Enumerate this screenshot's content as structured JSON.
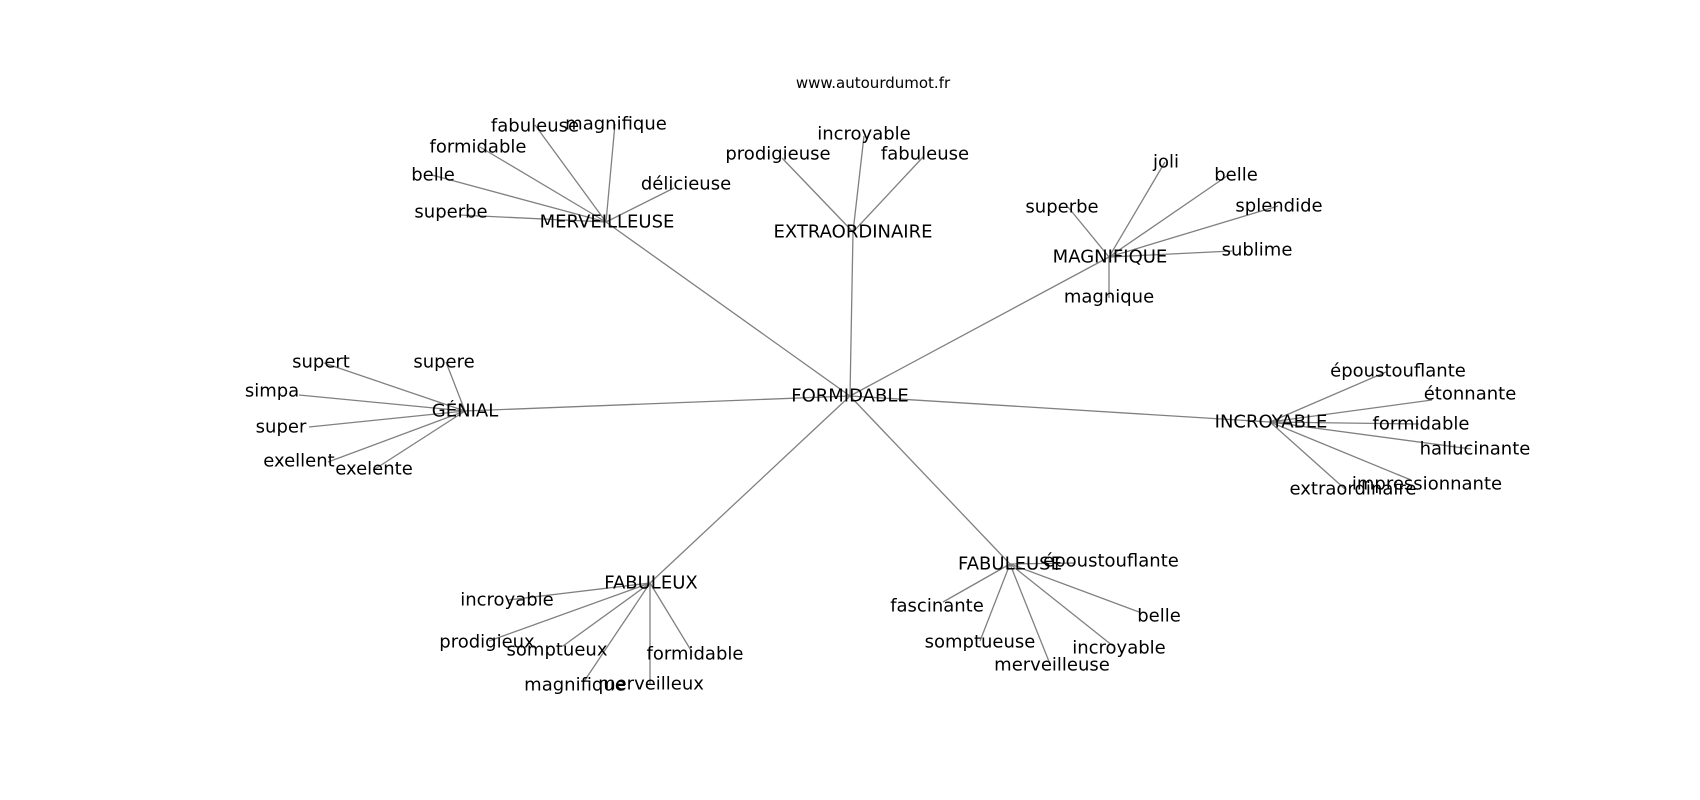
{
  "source_label": "www.autourdumot.fr",
  "root": "FORMIDABLE",
  "branches": [
    {
      "word": "MERVEILLEUSE",
      "children": [
        "fabuleuse",
        "magnifique",
        "formidable",
        "belle",
        "délicieuse",
        "superbe"
      ]
    },
    {
      "word": "EXTRAORDINAIRE",
      "children": [
        "incroyable",
        "prodigieuse",
        "fabuleuse"
      ]
    },
    {
      "word": "MAGNIFIQUE",
      "children": [
        "joli",
        "belle",
        "superbe",
        "splendide",
        "sublime",
        "magnique"
      ]
    },
    {
      "word": "GÉNIAL",
      "children": [
        "supert",
        "supere",
        "simpa",
        "super",
        "exellent",
        "exelente"
      ]
    },
    {
      "word": "INCROYABLE",
      "children": [
        "époustouflante",
        "étonnante",
        "formidable",
        "hallucinante",
        "impressionnante",
        "extraordinaire"
      ]
    },
    {
      "word": "FABULEUX",
      "children": [
        "incroyable",
        "prodigieux",
        "somptueux",
        "formidable",
        "magnifique",
        "merveilleux"
      ]
    },
    {
      "word": "FABULEUSE",
      "children": [
        "époustouflante",
        "fascinante",
        "belle",
        "somptueuse",
        "incroyable",
        "merveilleuse"
      ]
    }
  ]
}
